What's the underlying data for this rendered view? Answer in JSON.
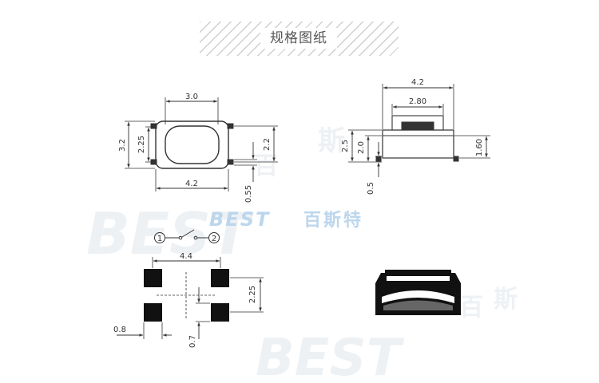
{
  "header": {
    "title": "规格图纸"
  },
  "watermark": {
    "brand_en": "BEST",
    "brand_cn": "百斯特",
    "big_en": "BEST",
    "cn_1": "百",
    "cn_2": "斯",
    "cn_3": "特"
  },
  "top_view": {
    "width": "3.0",
    "body_height": "3.2",
    "inner_height": "2.25",
    "body_width": "4.2",
    "right_height": "2.2",
    "tab_length": "0.55"
  },
  "side_view": {
    "overall_width": "4.2",
    "cap_width": "2.80",
    "total_height": "2.5",
    "body_height": "2.0",
    "base_height": "0.5",
    "right_height": "1.60"
  },
  "schematic": {
    "pin1": "1",
    "pin2": "2"
  },
  "footprint": {
    "pad_span": "4.4",
    "pad_pitch": "2.25",
    "pad_width": "0.8",
    "pad_height": "0.7"
  },
  "colors": {
    "line": "#333333",
    "pad": "#111111",
    "watermark": "#eef1f4",
    "watermark_brand": "#bcd6ec"
  }
}
